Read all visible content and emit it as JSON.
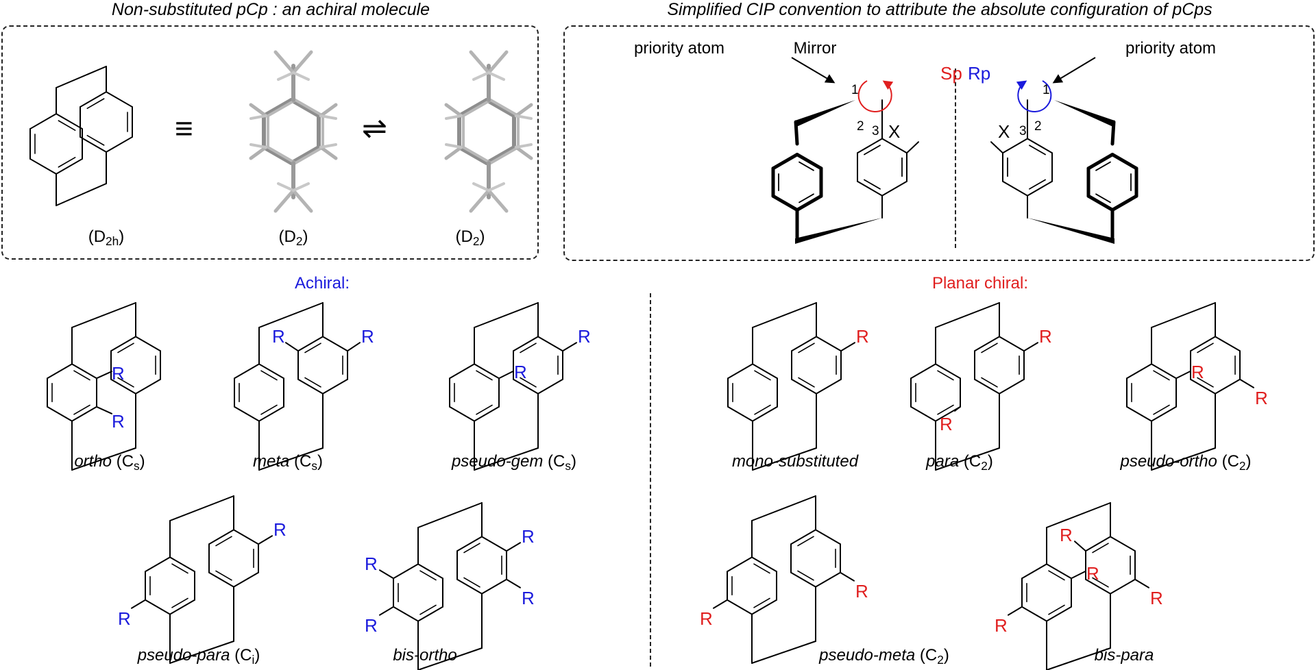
{
  "colors": {
    "achiral": "#1a1adc",
    "chiral": "#e01e1e",
    "line": "#000000",
    "model_grey": "#9a9a9a"
  },
  "top_left": {
    "title": "Non-substituted pCp : an achiral molecule",
    "equivalence_symbol": "≡",
    "equilibrium_symbol": "⇌",
    "labels": [
      {
        "main": "(D",
        "sub": "2h",
        "tail": ")"
      },
      {
        "main": "(D",
        "sub": "2",
        "tail": ")"
      },
      {
        "main": "(D",
        "sub": "2",
        "tail": ")"
      }
    ]
  },
  "top_right": {
    "title": "Simplified CIP convention to attribute the absolute configuration of pCps",
    "priority_atom_left": "priority atom",
    "priority_atom_right": "priority atom",
    "mirror": "Mirror",
    "left": {
      "descriptor": "Sp",
      "atoms": [
        "1",
        "2",
        "3"
      ],
      "substituent": "X"
    },
    "right": {
      "descriptor": "Rp",
      "atoms": [
        "1",
        "2",
        "3"
      ],
      "substituent": "X"
    }
  },
  "achiral": {
    "heading": "Achiral:",
    "substituent": "R",
    "items": [
      {
        "name": "ortho",
        "sym_main": "C",
        "sym_sub": "s"
      },
      {
        "name": "meta",
        "sym_main": "C",
        "sym_sub": "s"
      },
      {
        "name": "pseudo-gem",
        "sym_main": "C",
        "sym_sub": "s"
      },
      {
        "name": "pseudo-para",
        "sym_main": "C",
        "sym_sub": "i"
      },
      {
        "name": "bis-ortho",
        "sym_main": "",
        "sym_sub": ""
      }
    ]
  },
  "chiral": {
    "heading": "Planar chiral:",
    "substituent": "R",
    "items": [
      {
        "name": "mono-substituted",
        "sym_main": "",
        "sym_sub": ""
      },
      {
        "name": "para",
        "sym_main": "C",
        "sym_sub": "2"
      },
      {
        "name": "pseudo-ortho",
        "sym_main": "C",
        "sym_sub": "2"
      },
      {
        "name": "pseudo-meta",
        "sym_main": "C",
        "sym_sub": "2"
      },
      {
        "name": "bis-para",
        "sym_main": "",
        "sym_sub": ""
      }
    ]
  }
}
